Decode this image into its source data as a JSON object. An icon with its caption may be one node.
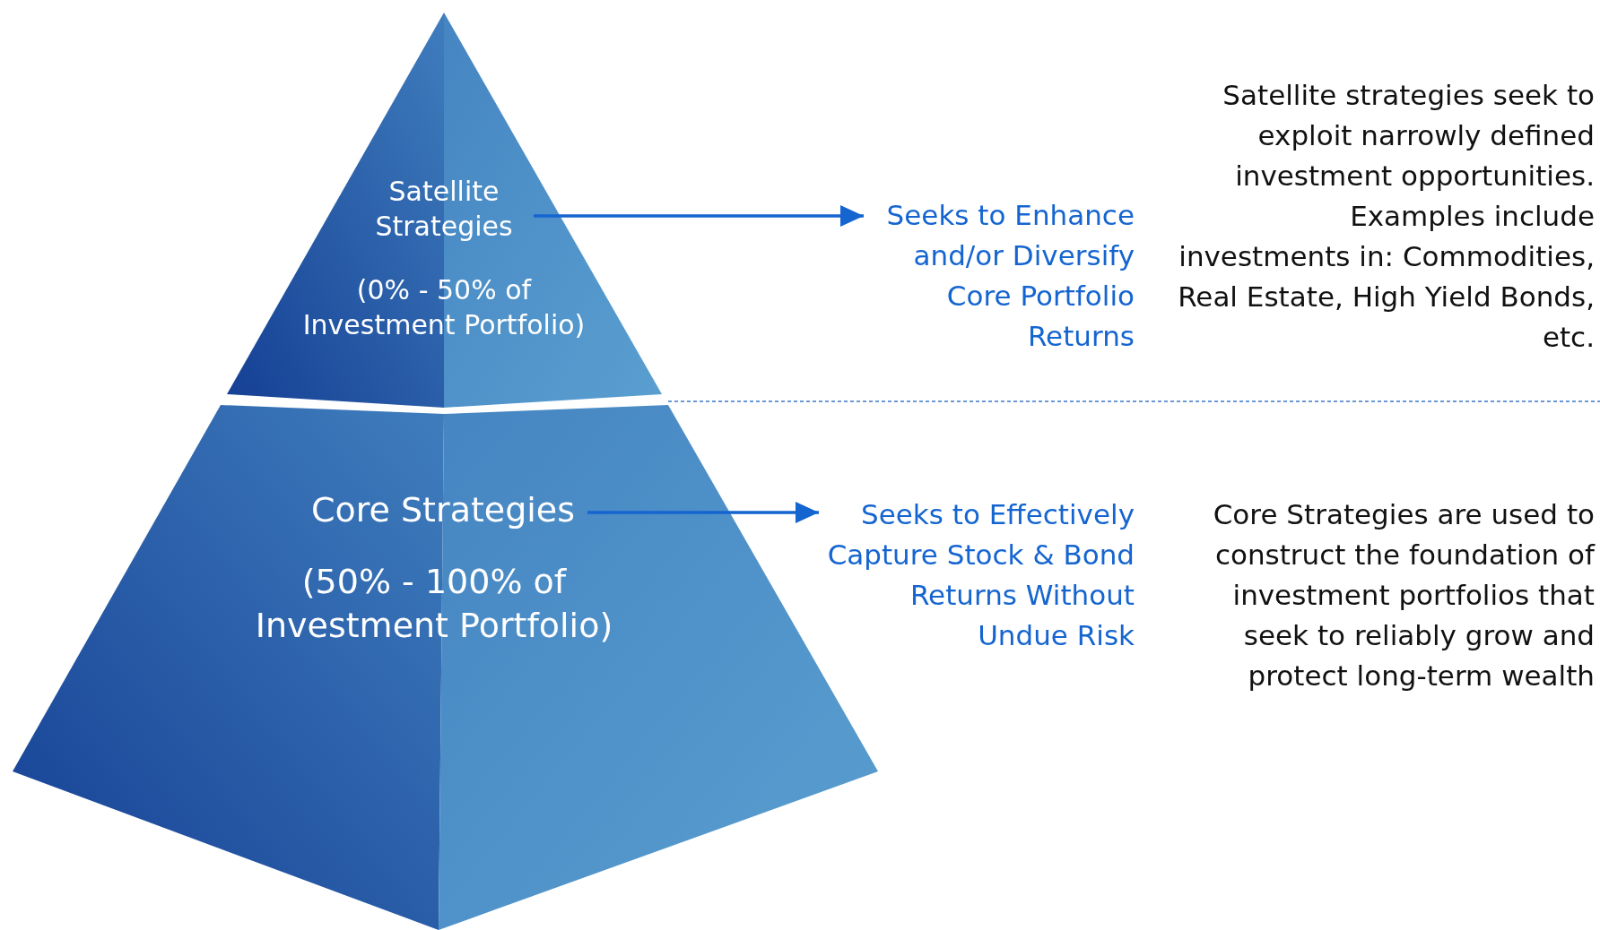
{
  "diagram": {
    "nodes": [
      {
        "text": [
          "Satellite Strategies",
          "(0% - 50% of Investment Portfolio)"
        ]
      },
      {
        "text": [
          "Seeks to Enhance and/or Diversify Core Portfolio Returns"
        ]
      },
      {
        "text": [
          "Core Strategies",
          "(50% - 100% of Investment Portfolio)"
        ]
      },
      {
        "text": [
          "Seeks to Effectively Capture Stock & Bond Returns Without Undue Risk"
        ]
      }
    ],
    "edges": [
      {
        "from": 0,
        "to": 1,
        "arrow": "to"
      },
      {
        "from": 2,
        "to": 3,
        "arrow": "to"
      }
    ],
    "labels": [
      "Satellite strategies seek to exploit narrowly defined investment opportunities. Examples include investments in: Commodities, Real Estate, High Yield Bonds, etc.",
      "Core Strategies are used to construct the foundation of investment portfolios that seek to reliably grow and protect long-term wealth"
    ]
  }
}
